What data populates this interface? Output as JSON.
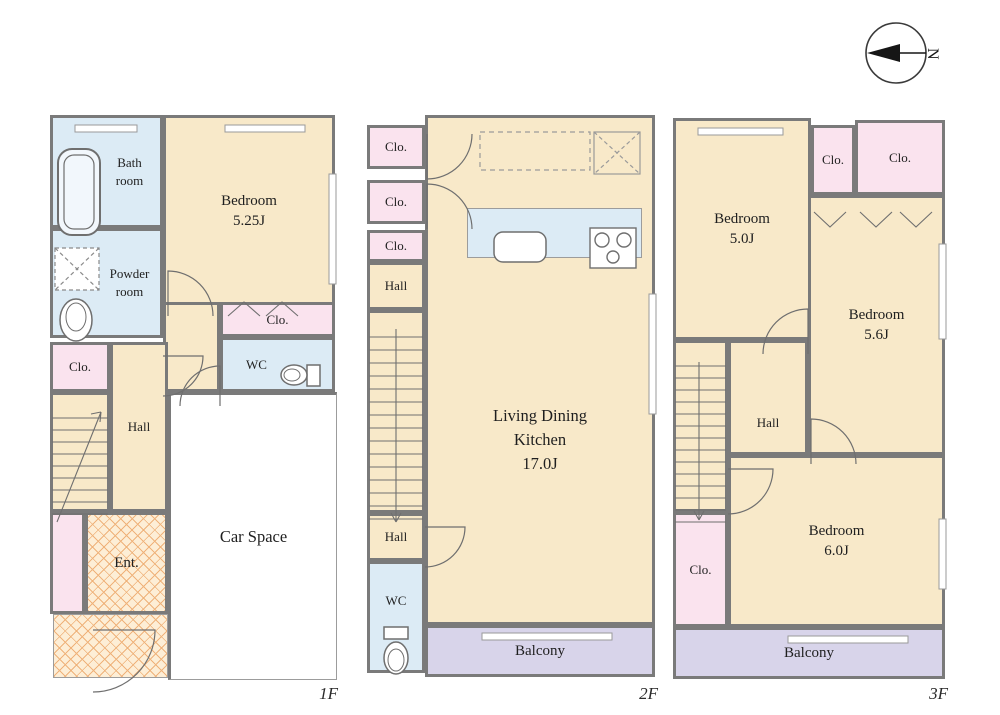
{
  "compass": {
    "label": "N"
  },
  "colors": {
    "wall": "#7a7a7a",
    "room_cream": "#f8e9c9",
    "closet_pink": "#fae3ee",
    "wet_area_blue": "#dcebf5",
    "balcony_lavender": "#d8d4ea",
    "entrance_tile_orange": "#eda45c",
    "text": "#1f1f1f"
  },
  "floors": {
    "f1": {
      "label": "1F",
      "rooms": {
        "bath": {
          "line1": "Bath",
          "line2": "room"
        },
        "bedroom": {
          "line1": "Bedroom",
          "line2": "5.25J"
        },
        "powder": {
          "line1": "Powder",
          "line2": "room"
        },
        "closet_right": {
          "line1": "Clo."
        },
        "wc": {
          "line1": "WC"
        },
        "closet_left": {
          "line1": "Clo."
        },
        "hall": {
          "line1": "Hall"
        },
        "entrance": {
          "line1": "Ent."
        },
        "car_space": {
          "line1": "Car Space"
        }
      }
    },
    "f2": {
      "label": "2F",
      "rooms": {
        "closet_top": {
          "line1": "Clo."
        },
        "closet_mid": {
          "line1": "Clo."
        },
        "closet_low": {
          "line1": "Clo."
        },
        "hall_upper": {
          "line1": "Hall"
        },
        "hall_lower": {
          "line1": "Hall"
        },
        "wc": {
          "line1": "WC"
        },
        "ldk": {
          "line1": "Living Dining",
          "line2": "Kitchen",
          "line3": "17.0J"
        },
        "balcony": {
          "line1": "Balcony"
        }
      }
    },
    "f3": {
      "label": "3F",
      "rooms": {
        "bedroom_nw": {
          "line1": "Bedroom",
          "line2": "5.0J"
        },
        "closet_a": {
          "line1": "Clo."
        },
        "closet_b": {
          "line1": "Clo."
        },
        "bedroom_e": {
          "line1": "Bedroom",
          "line2": "5.6J"
        },
        "hall": {
          "line1": "Hall"
        },
        "closet_c": {
          "line1": "Clo."
        },
        "bedroom_s": {
          "line1": "Bedroom",
          "line2": "6.0J"
        },
        "balcony": {
          "line1": "Balcony"
        }
      }
    }
  }
}
